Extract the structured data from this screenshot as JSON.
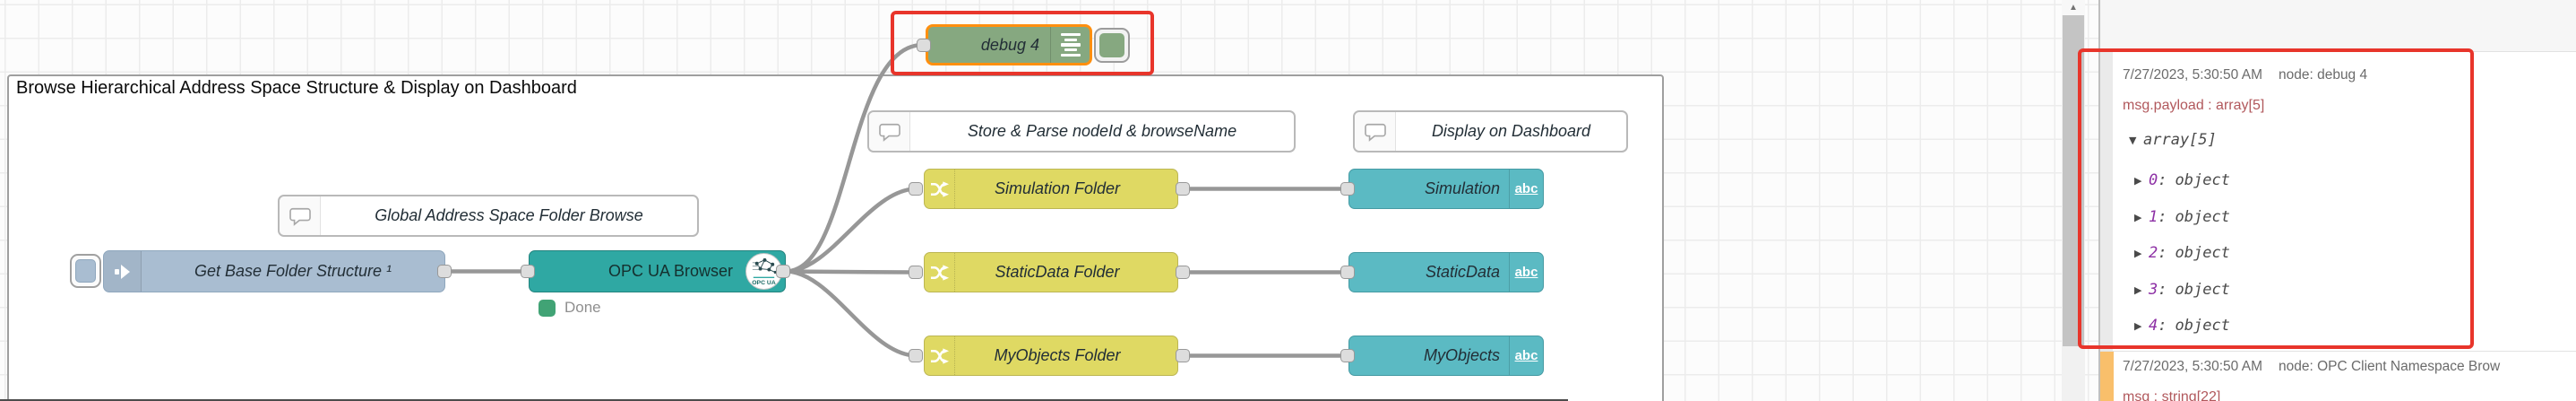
{
  "colors": {
    "canvas-bg": "#fcfcfc",
    "grid-line": "#ececec",
    "group-border": "#9f9f9f",
    "annotation-red": "#e8352b",
    "wire": "#979797",
    "inject-fill": "#a9bdd1",
    "inject-border": "#8fa7bd",
    "opc-fill": "#2fa8a3",
    "opc-border": "#23837e",
    "debug-fill": "#86a880",
    "debug-selected-border": "#ff8f0f",
    "switch-fill": "#dfd963",
    "switch-border": "#bcb654",
    "text-fill": "#5bbac3",
    "text-border": "#459aa3",
    "comment-border": "#b9b9b9",
    "port-fill": "#dddddd",
    "port-border": "#999999",
    "status-green": "#41a375",
    "status-text": "#8f8f8f",
    "meta-gray": "#6b6b6b",
    "path-red": "#b1585c",
    "index-purple": "#8d30a5",
    "mono-dark": "#4a4a4a",
    "highlight-orange": "#f9bf6b",
    "panel-bg": "#f6f6f6",
    "message-bg": "#ffffff",
    "gutter-gray": "#eaeaea"
  },
  "flow": {
    "group_label": "Browse Hierarchical Address Space Structure & Display on Dashboard",
    "comment_global": "Global Address Space Folder Browse",
    "comment_store": "Store & Parse nodeId & browseName",
    "comment_display": "Display on Dashboard",
    "inject_label": "Get Base Folder Structure ¹",
    "opc_label": "OPC UA Browser",
    "opc_badge": "OPC UA",
    "status_text": "Done",
    "debug_label": "debug 4",
    "switches": [
      "Simulation Folder",
      "StaticData Folder",
      "MyObjects Folder"
    ],
    "text_widgets": [
      {
        "label": "Simulation",
        "icon": "abc"
      },
      {
        "label": "StaticData",
        "icon": "abc"
      },
      {
        "label": "MyObjects",
        "icon": "abc"
      }
    ]
  },
  "debug_panel": {
    "scroll_up_arrow": "▲",
    "message1": {
      "timestamp": "7/27/2023, 5:30:50 AM",
      "source": "node: debug 4",
      "path": "msg.payload : array[5]",
      "root_caret": "▼",
      "root_label": "array[5]",
      "items": [
        {
          "caret": "▶",
          "index": "0",
          "sep": ":",
          "value": "object"
        },
        {
          "caret": "▶",
          "index": "1",
          "sep": ":",
          "value": "object"
        },
        {
          "caret": "▶",
          "index": "2",
          "sep": ":",
          "value": "object"
        },
        {
          "caret": "▶",
          "index": "3",
          "sep": ":",
          "value": "object"
        },
        {
          "caret": "▶",
          "index": "4",
          "sep": ":",
          "value": "object"
        }
      ]
    },
    "message2": {
      "timestamp": "7/27/2023, 5:30:50 AM",
      "source": "node: OPC Client Namespace Brow",
      "path": "msg : string[22]"
    }
  }
}
